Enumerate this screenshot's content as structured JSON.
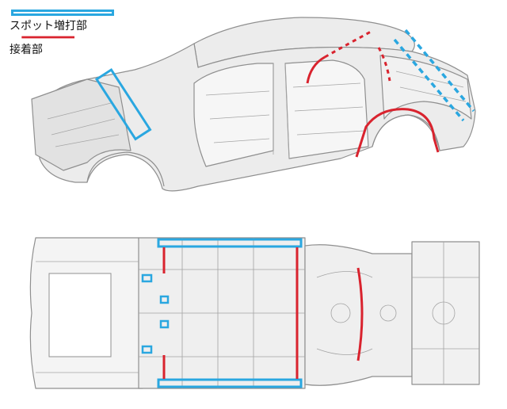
{
  "legend": {
    "items": [
      {
        "label": "スポット増打部",
        "style": "box"
      },
      {
        "label": "接着部",
        "style": "line"
      }
    ]
  },
  "colors": {
    "spot_weld": "#2aa7e0",
    "adhesive": "#d9232e",
    "structure_line": "#8a8a8a",
    "structure_fill": "#e9e9e9"
  },
  "figures": [
    {
      "view": "car-body-perspective",
      "icon": "body-in-white-icon"
    },
    {
      "view": "underbody-plan",
      "icon": "underbody-plan-icon"
    }
  ]
}
